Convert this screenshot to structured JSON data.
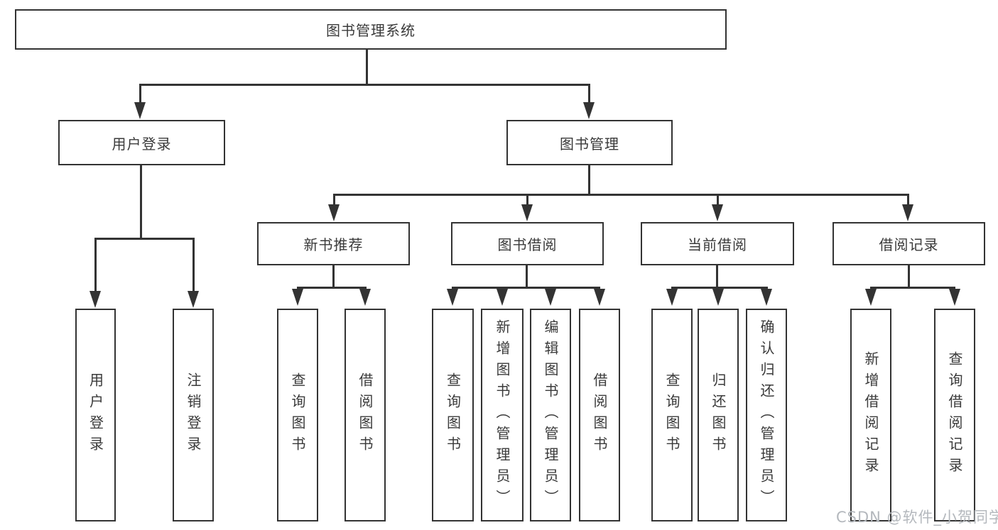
{
  "diagram": {
    "title": "图书管理系统",
    "root": {
      "label": "图书管理系统"
    },
    "level2": [
      {
        "label": "用户登录"
      },
      {
        "label": "图书管理"
      }
    ],
    "level3": [
      {
        "label": "新书推荐"
      },
      {
        "label": "图书借阅"
      },
      {
        "label": "当前借阅"
      },
      {
        "label": "借阅记录"
      }
    ],
    "groups": {
      "user_login": [
        "用户登录",
        "注销登录"
      ],
      "new_book_recommend": [
        "查询图书",
        "借阅图书"
      ],
      "book_borrowing": [
        "查询图书",
        "新增图书（管理员）",
        "编辑图书（管理员）",
        "借阅图书"
      ],
      "current_borrowing": [
        "查询图书",
        "归还图书",
        "确认归还（管理员）"
      ],
      "borrowing_records": [
        "新增借阅记录",
        "查询借阅记录"
      ]
    },
    "colors": {
      "line": "#333333",
      "text": "#3a3a3a",
      "background": "#ffffff",
      "watermark": "#b4b8bd"
    }
  },
  "watermark": {
    "text": "CSDN @软件_小贺同学"
  }
}
